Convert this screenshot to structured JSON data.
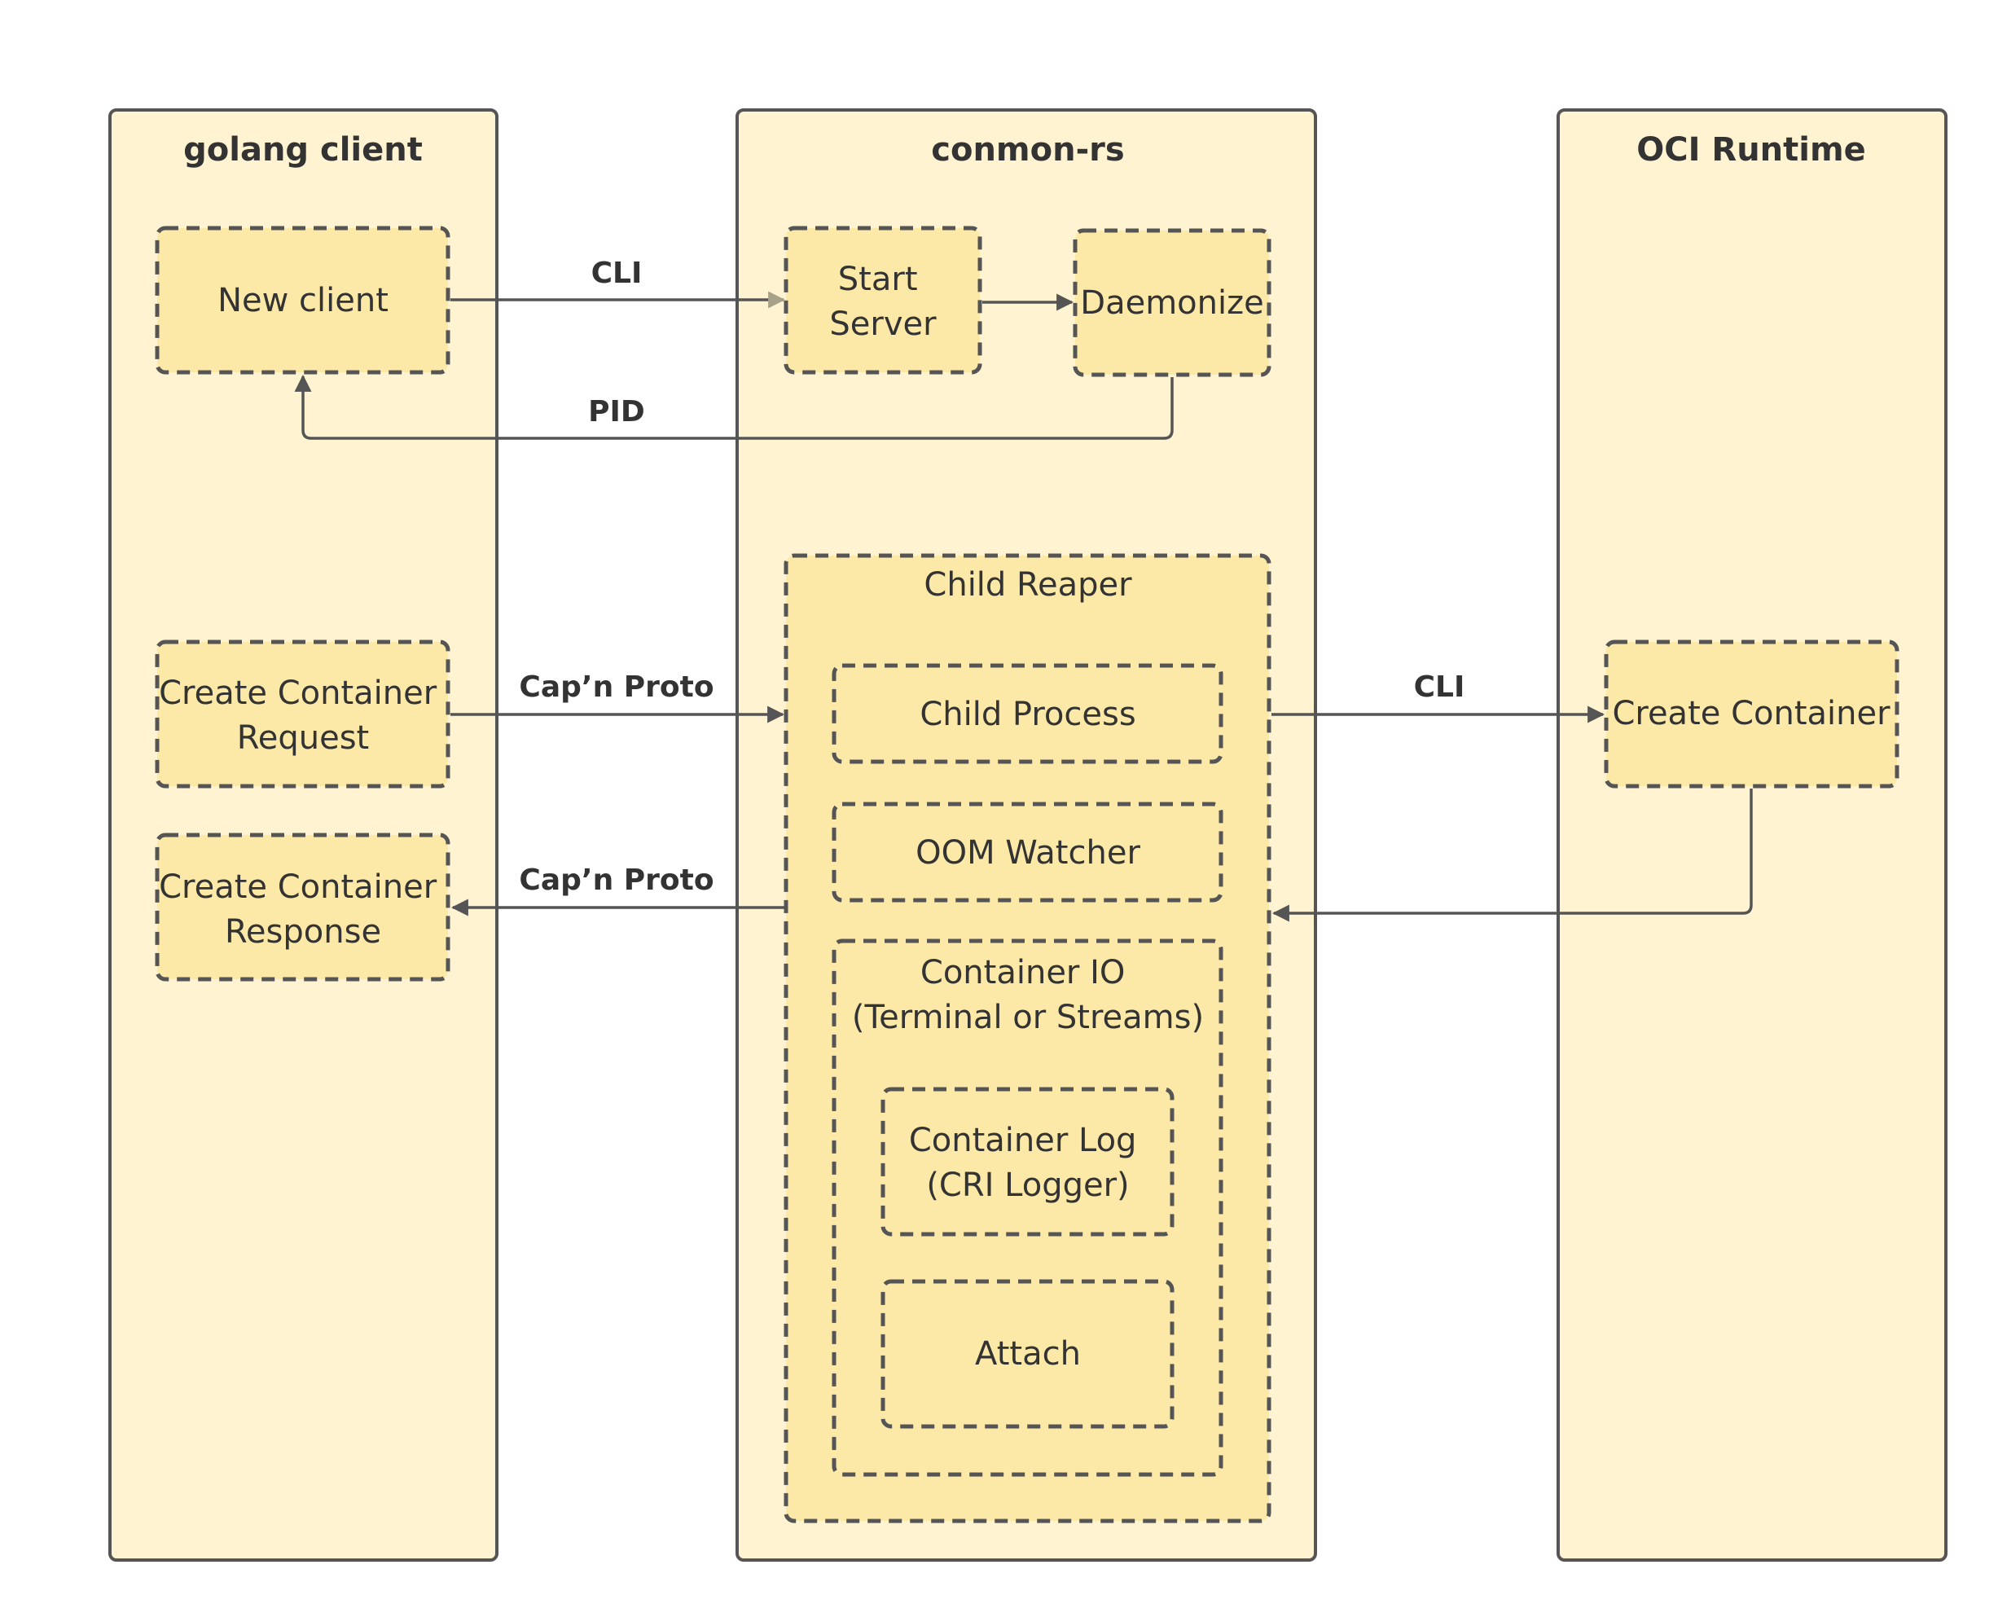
{
  "lanes": {
    "golang_client": "golang client",
    "conmon_rs": "conmon-rs",
    "oci_runtime": "OCI Runtime"
  },
  "boxes": {
    "new_client": [
      "New client"
    ],
    "start_server": [
      "Start",
      "Server"
    ],
    "daemonize": [
      "Daemonize"
    ],
    "child_reaper": [
      "Child Reaper"
    ],
    "child_process": [
      "Child Process"
    ],
    "oom_watcher": [
      "OOM Watcher"
    ],
    "container_io": [
      "Container IO",
      "(Terminal or Streams)"
    ],
    "container_log": [
      "Container Log",
      "(CRI Logger)"
    ],
    "attach": [
      "Attach"
    ],
    "create_container_request": [
      "Create Container",
      "Request"
    ],
    "create_container_response": [
      "Create Container",
      "Response"
    ],
    "create_container": [
      "Create Container"
    ]
  },
  "edges": {
    "cli_top": "CLI",
    "pid": "PID",
    "capnproto_request": "Cap’n Proto",
    "capnproto_response": "Cap’n Proto",
    "cli_runtime": "CLI"
  },
  "colors": {
    "lane_fill": "#fff3d1",
    "box_fill": "#fde9a7",
    "stroke": "#555555",
    "text": "#333333",
    "light_arrow": "#a9a28a"
  }
}
